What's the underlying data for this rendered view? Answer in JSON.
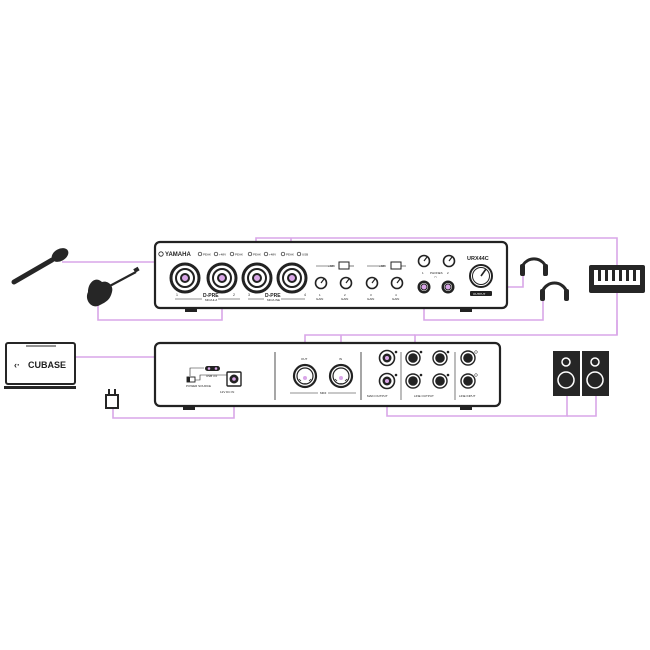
{
  "colors": {
    "wire": "#d9a6e8",
    "device_outline": "#222222",
    "icon_fill": "#262626",
    "background": "#ffffff"
  },
  "front_panel": {
    "brand": "YAMAHA",
    "model": "URX44C",
    "indicators": [
      "PEAK",
      "+48V",
      "PEAK",
      "PEAK",
      "+48V",
      "PEAK",
      "USB"
    ],
    "preamp_labels": [
      {
        "title": "D-PRE",
        "sub": "MIC/HI-Z"
      },
      {
        "title": "D-PRE",
        "sub": "MIC/LINE"
      }
    ],
    "input_numbers": [
      "1",
      "2",
      "3",
      "4"
    ],
    "hiz_switch_label": "+48V",
    "gain_labels": [
      "GAIN",
      "GAIN",
      "GAIN",
      "GAIN"
    ],
    "gain_numbers": [
      "1",
      "2",
      "3",
      "4"
    ],
    "phones_label": "PHONES",
    "phones_numbers": [
      "1",
      "2"
    ],
    "output_badge": "OUTPUT"
  },
  "rear_panel": {
    "usb_label": "USB 3.0",
    "power_label": "POWER SOURCE",
    "dc_label": "12V DC IN",
    "midi_out_label": "OUT",
    "midi_in_label": "IN",
    "midi_label": "MIDI",
    "main_output_label": "MAIN OUTPUT",
    "line_output_label": "LINE OUTPUT",
    "line_input_label": "LINE INPUT"
  },
  "devices": {
    "microphone": "microphone",
    "guitar": "acoustic guitar",
    "computer_label": "CUBASE",
    "power_adapter": "power adapter",
    "headphones": [
      "headphones 1",
      "headphones 2"
    ],
    "keyboard": "MIDI keyboard",
    "speakers": [
      "monitor speaker L",
      "monitor speaker R"
    ]
  }
}
